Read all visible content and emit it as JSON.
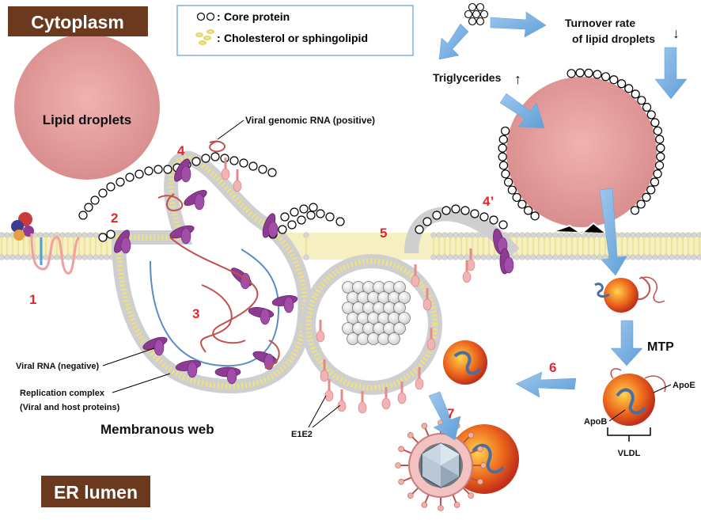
{
  "regions": {
    "top": "Cytoplasm",
    "bottom": "ER lumen"
  },
  "legend": {
    "core_protein": "Core protein",
    "lipid": "Cholesterol or sphingolipid",
    "separator": ":"
  },
  "labels": {
    "lipid_droplets": "Lipid droplets",
    "viral_genomic_rna": "Viral genomic RNA (positive)",
    "viral_rna_negative": "Viral RNA (negative)",
    "replication_complex_line1": "Replication complex",
    "replication_complex_line2": "(Viral and host proteins)",
    "membranous_web": "Membranous web",
    "e1e2": "E1E2",
    "triglycerides": "Triglycerides",
    "turnover_line1": "Turnover rate",
    "turnover_line2": "of lipid droplets",
    "up_arrow": "↑",
    "down_arrow": "↓",
    "mtp": "MTP",
    "apoe": "ApoE",
    "apob": "ApoB",
    "vldl": "VLDL"
  },
  "steps": [
    "1",
    "2",
    "3",
    "4",
    "4’",
    "5",
    "6",
    "7"
  ],
  "colors": {
    "region_box": "#6b3a1e",
    "droplet": "#e8a0a0",
    "membrane_head": "#d8d8d8",
    "lipid": "#f2e27a",
    "protein": "#8e3b94",
    "rna": "#c0504d",
    "arrow": "#7fb2e0",
    "step_number": "#e2262b"
  }
}
